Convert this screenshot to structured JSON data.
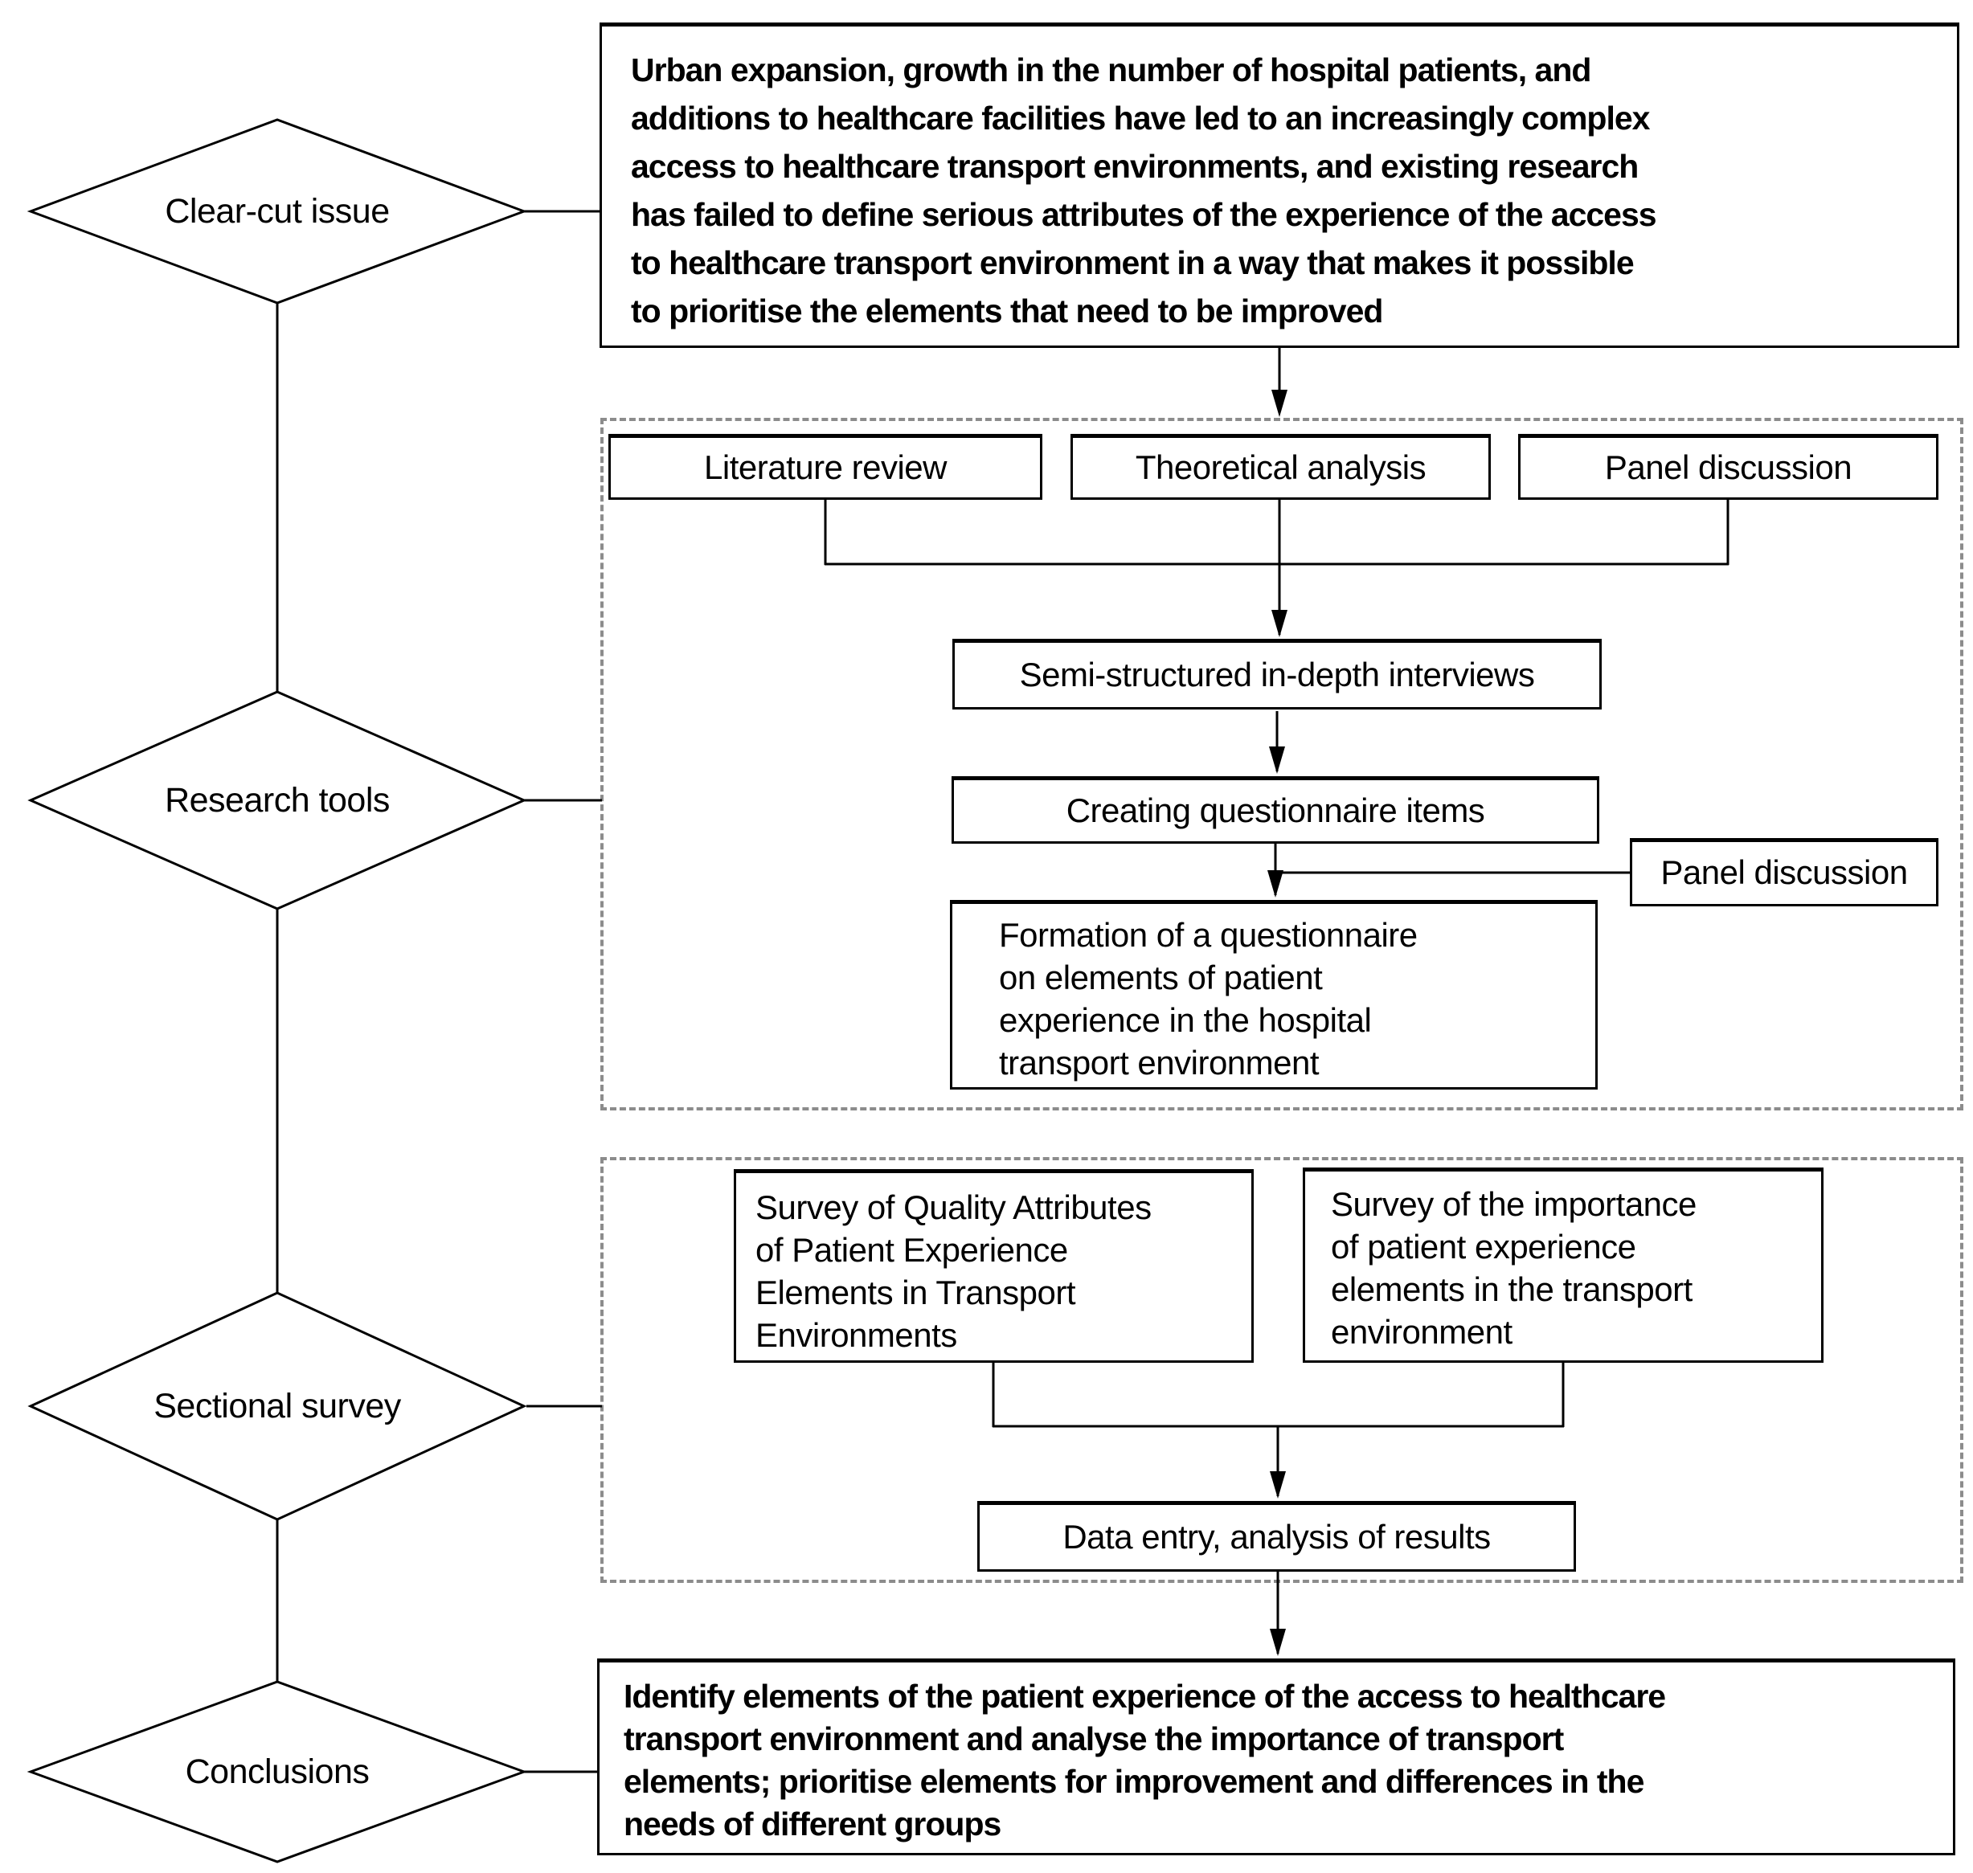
{
  "stages": [
    {
      "label": "Clear-cut issue"
    },
    {
      "label": "Research tools"
    },
    {
      "label": "Sectional survey"
    },
    {
      "label": "Conclusions"
    }
  ],
  "problem_box": {
    "text": "Urban expansion, growth in the number of hospital patients, and\nadditions to healthcare facilities have led to an increasingly complex\naccess to healthcare transport environments, and existing research\nhas failed to define serious attributes of the experience of the access\nto healthcare transport environment in a way that makes it possible\nto prioritise the elements that need to be improved"
  },
  "tools_group": {
    "literature_review": "Literature review",
    "theoretical_analysis": "Theoretical analysis",
    "panel_discussion": "Panel discussion",
    "interviews": "Semi-structured in-depth interviews",
    "creating_items": "Creating questionnaire items",
    "panel_discussion_2": "Panel discussion",
    "formation": "Formation of a questionnaire\non elements of patient\nexperience in the hospital\ntransport environment"
  },
  "survey_group": {
    "quality_survey": "Survey of Quality Attributes\nof Patient Experience\nElements in Transport\nEnvironments",
    "importance_survey": "Survey of the importance\nof patient experience\nelements in the transport\nenvironment",
    "data_entry": "Data entry, analysis of results"
  },
  "conclusion_box": {
    "text": "Identify elements of the patient experience of the access to healthcare\ntransport environment and analyse the importance of transport\nelements; prioritise elements for improvement and differences in the\nneeds of different groups"
  },
  "colors": {
    "line": "#000000",
    "dashed_border": "#8c8c8c",
    "background": "#ffffff",
    "text": "#000000"
  }
}
